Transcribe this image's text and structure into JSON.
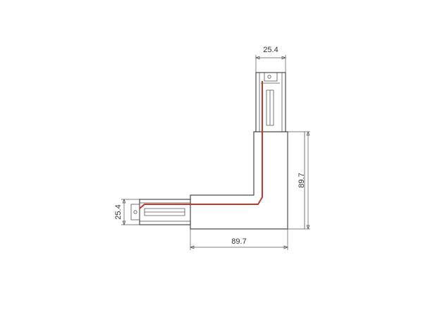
{
  "dimensions": {
    "top_width": "25.4",
    "right_height": "89.7",
    "left_height": "25.4",
    "bottom_width": "89.7"
  },
  "colors": {
    "wire": "#c0392b",
    "outline": "#4a4a4a",
    "background": "#ffffff"
  }
}
